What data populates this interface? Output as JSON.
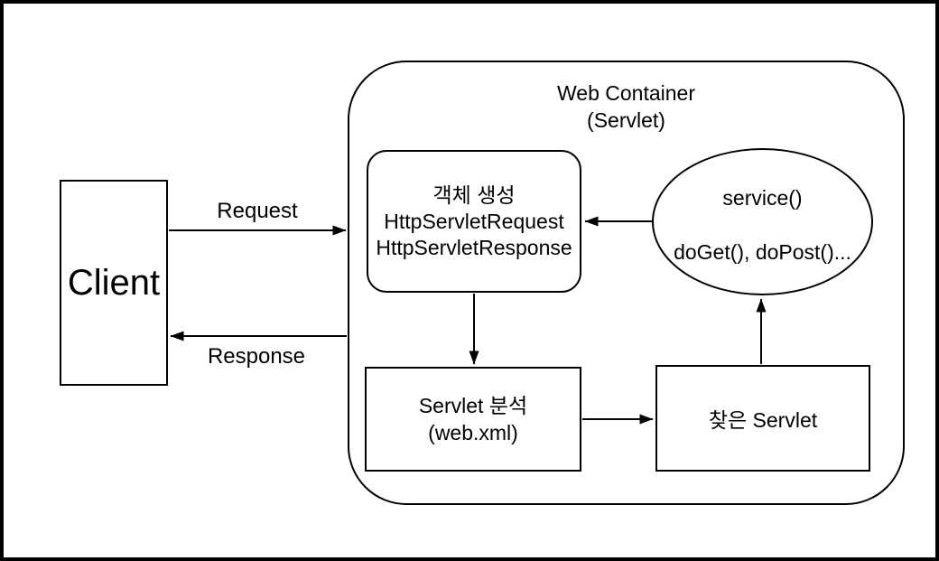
{
  "canvas": {
    "background": "#ffffff",
    "stroke_color": "#000000"
  },
  "diagram": {
    "client": {
      "label": "Client"
    },
    "web_container": {
      "title_line1": "Web Container",
      "title_line2": "(Servlet)"
    },
    "object_creation_box": {
      "line1": "객체 생성",
      "line2": "HttpServletRequest",
      "line3": "HttpServletResponse"
    },
    "service_ellipse": {
      "line1": "service()",
      "line2": "doGet(), doPost()..."
    },
    "servlet_analysis_box": {
      "line1": "Servlet 분석",
      "line2": "(web.xml)"
    },
    "found_servlet_box": {
      "label": "찾은 Servlet"
    },
    "arrows": {
      "request_label": "Request",
      "response_label": "Response"
    }
  }
}
